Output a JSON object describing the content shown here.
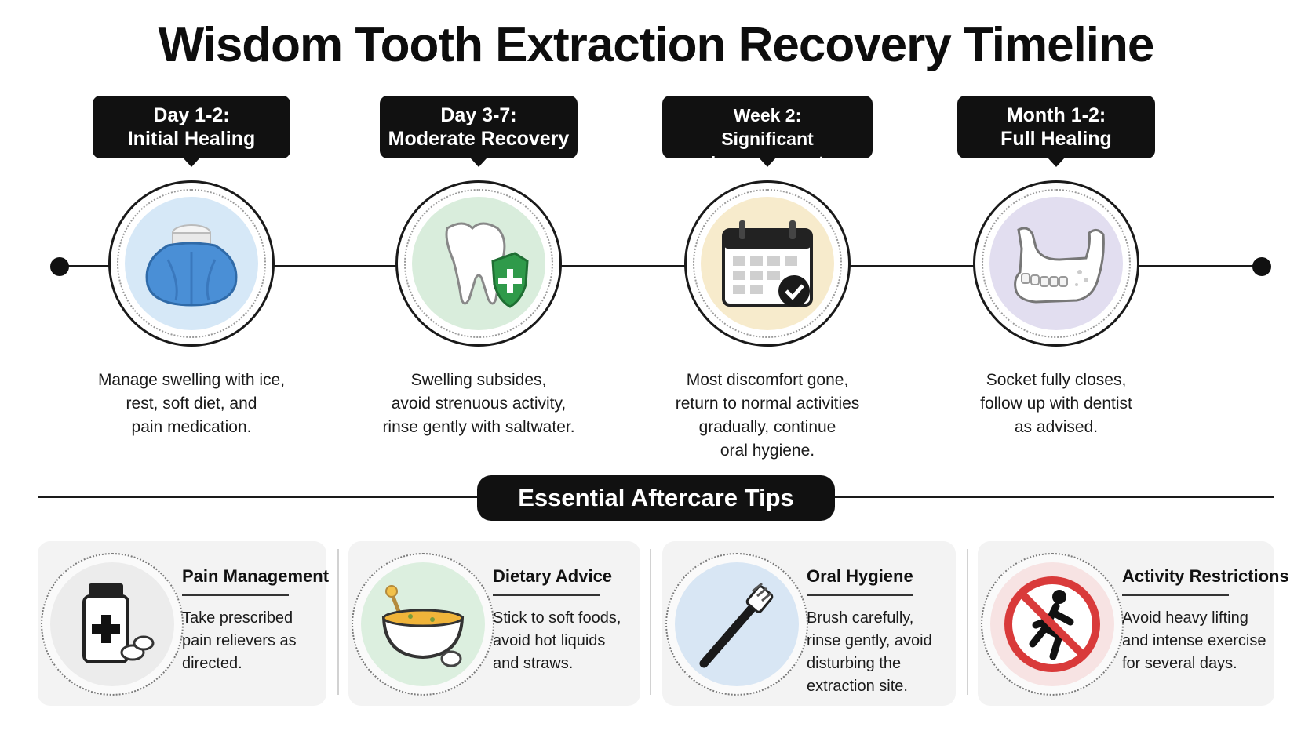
{
  "title": "Wisdom Tooth Extraction Recovery Timeline",
  "stages": [
    {
      "label_line1": "Day 1-2:",
      "label_line2": "Initial Healing",
      "icon": "ice-pack-icon",
      "bg_color": "#d6e8f7",
      "desc": [
        "Manage swelling with ice,",
        "rest, soft diet, and",
        "pain medication."
      ]
    },
    {
      "label_line1": "Day 3-7:",
      "label_line2": "Moderate Recovery",
      "icon": "tooth-shield-icon",
      "bg_color": "#d9eddc",
      "desc": [
        "Swelling subsides,",
        "avoid strenuous activity,",
        "rinse gently with saltwater."
      ]
    },
    {
      "label_line1": "Week 2:",
      "label_line2": "Significant Improvement",
      "icon": "calendar-check-icon",
      "bg_color": "#f7ebcc",
      "desc": [
        "Most discomfort gone,",
        "return to normal activities",
        "gradually, continue",
        "oral hygiene."
      ]
    },
    {
      "label_line1": "Month 1-2:",
      "label_line2": "Full Healing",
      "icon": "jawbone-icon",
      "bg_color": "#e2def0",
      "desc": [
        "Socket fully closes,",
        "follow up with dentist",
        "as advised."
      ]
    }
  ],
  "section_title": "Essential Aftercare Tips",
  "tips": [
    {
      "title": "Pain Management",
      "icon": "pill-bottle-icon",
      "bg_color": "#ececec",
      "text": [
        "Take prescribed",
        "pain relievers as",
        "directed."
      ]
    },
    {
      "title": "Dietary Advice",
      "icon": "soup-bowl-icon",
      "bg_color": "#dcefdf",
      "text": [
        "Stick to soft foods,",
        "avoid hot liquids",
        "and straws."
      ]
    },
    {
      "title": "Oral Hygiene",
      "icon": "toothbrush-icon",
      "bg_color": "#d8e6f4",
      "text": [
        "Brush carefully,",
        "rinse gently, avoid",
        "disturbing the",
        "extraction site."
      ]
    },
    {
      "title": "Activity Restrictions",
      "icon": "no-running-icon",
      "bg_color": "#f7e3e3",
      "text": [
        "Avoid heavy lifting",
        "and intense exercise",
        "for several days."
      ]
    }
  ],
  "colors": {
    "accent": "#111111",
    "prohibit_red": "#d93a3a",
    "shield_green": "#2f9a4a"
  }
}
